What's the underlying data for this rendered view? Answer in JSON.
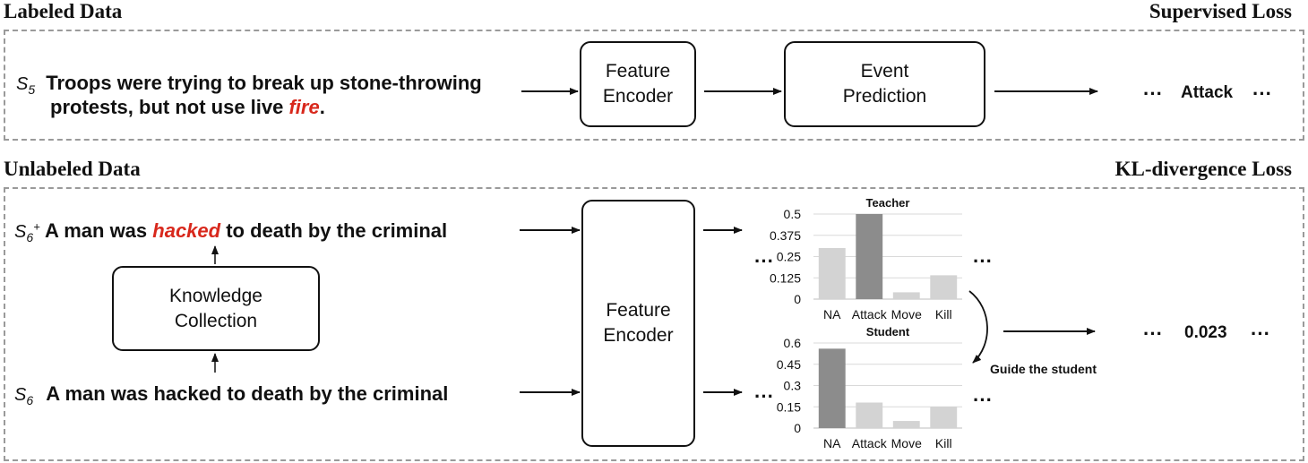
{
  "labeled": {
    "title": "Labeled Data",
    "loss": "Supervised Loss",
    "sentence_id": "S",
    "sentence_sub": "5",
    "sentence_line1": "Troops were trying to break up stone-throwing",
    "sentence_line2_pre": "protests, but not use live ",
    "trigger": "fire",
    "sentence_line2_post": ".",
    "encoder_line1": "Feature",
    "encoder_line2": "Encoder",
    "predict_line1": "Event",
    "predict_line2": "Prediction",
    "dots_left": "···",
    "output": "Attack",
    "dots_right": "···"
  },
  "unlabeled": {
    "title": "Unlabeled Data",
    "loss": "KL-divergence Loss",
    "s6plus_id": "S",
    "s6plus_sub": "6",
    "s6plus_sup": "+",
    "s6plus_pre": "A man was ",
    "s6plus_trigger": "hacked",
    "s6plus_post": " to death by the criminal",
    "knowledge_line1": "Knowledge",
    "knowledge_line2": "Collection",
    "s6_id": "S",
    "s6_sub": "6",
    "s6_text": "A man was hacked to death by the criminal",
    "encoder_line1": "Feature",
    "encoder_line2": "Encoder",
    "guide": "Guide the student",
    "dots_left": "···",
    "output": "0.023",
    "dots_right": "···",
    "teacher_dots_left": "···",
    "teacher_dots_right": "···",
    "student_dots_left": "···",
    "student_dots_right": "···"
  },
  "chart_data": [
    {
      "type": "bar",
      "title": "Teacher",
      "categories": [
        "NA",
        "Attack",
        "Move",
        "Kill"
      ],
      "values": [
        0.3,
        0.5,
        0.04,
        0.14
      ],
      "highlight": "Attack",
      "yticks": [
        "0",
        "0.125",
        "0.25",
        "0.375",
        "0.5"
      ],
      "ylim": [
        0,
        0.5
      ],
      "grid": true,
      "colors": {
        "bar": "#d3d3d3",
        "highlight": "#8c8c8c"
      }
    },
    {
      "type": "bar",
      "title": "Student",
      "categories": [
        "NA",
        "Attack",
        "Move",
        "Kill"
      ],
      "values": [
        0.56,
        0.18,
        0.05,
        0.15
      ],
      "highlight": "NA",
      "yticks": [
        "0",
        "0.15",
        "0.3",
        "0.45",
        "0.6"
      ],
      "ylim": [
        0,
        0.6
      ],
      "grid": true,
      "colors": {
        "bar": "#d3d3d3",
        "highlight": "#8c8c8c"
      }
    }
  ]
}
